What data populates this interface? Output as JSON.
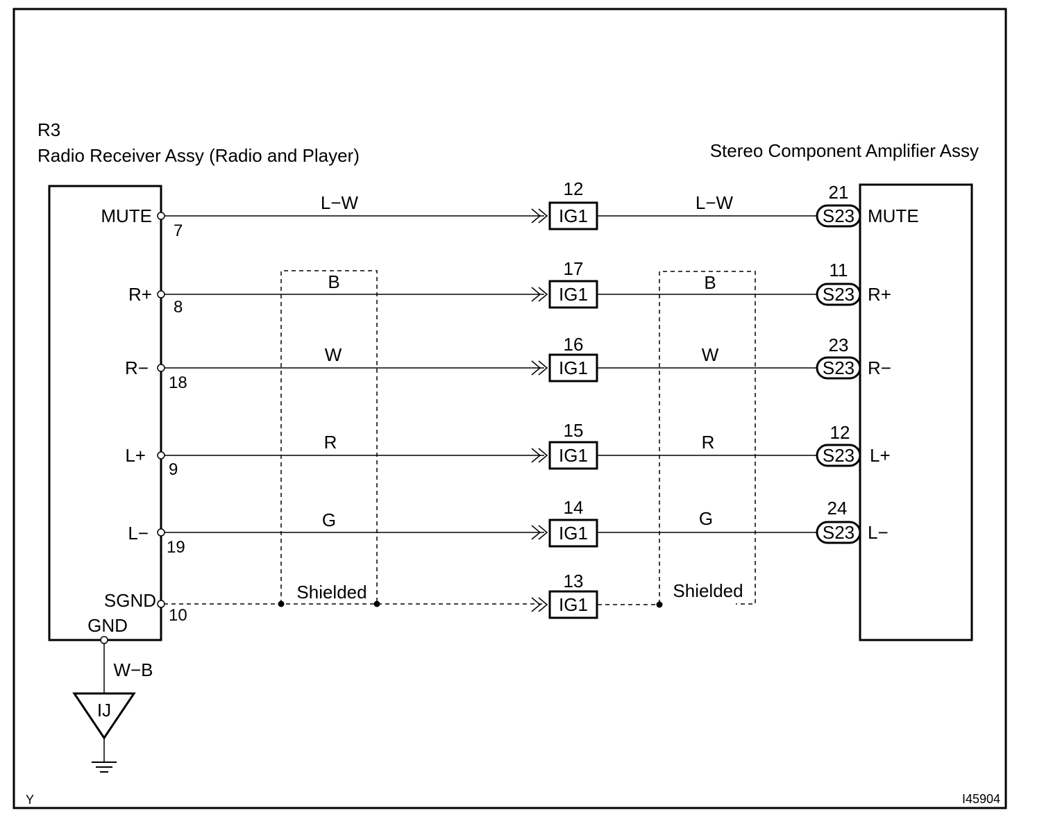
{
  "diagram": {
    "receiver": {
      "code": "R3",
      "name": "Radio Receiver Assy (Radio and Player)",
      "gnd_label": "GND"
    },
    "amplifier": {
      "name": "Stereo Component Amplifier Assy"
    },
    "wires": [
      {
        "id": "mute",
        "left_terminal": "MUTE",
        "left_pin": "7",
        "color": "L−W",
        "junction_pin": "12",
        "junction": "IG1",
        "amp_pin": "21",
        "amp_connector": "S23",
        "right_terminal": "MUTE",
        "shielded": false
      },
      {
        "id": "rplus",
        "left_terminal": "R+",
        "left_pin": "8",
        "color": "B",
        "junction_pin": "17",
        "junction": "IG1",
        "amp_pin": "11",
        "amp_connector": "S23",
        "right_terminal": "R+",
        "shielded": true
      },
      {
        "id": "rminus",
        "left_terminal": "R−",
        "left_pin": "18",
        "color": "W",
        "junction_pin": "16",
        "junction": "IG1",
        "amp_pin": "23",
        "amp_connector": "S23",
        "right_terminal": "R−",
        "shielded": true
      },
      {
        "id": "lplus",
        "left_terminal": "L+",
        "left_pin": "9",
        "color": "R",
        "junction_pin": "15",
        "junction": "IG1",
        "amp_pin": "12",
        "amp_connector": "S23",
        "right_terminal": "L+",
        "shielded": true
      },
      {
        "id": "lminus",
        "left_terminal": "L−",
        "left_pin": "19",
        "color": "G",
        "junction_pin": "14",
        "junction": "IG1",
        "amp_pin": "24",
        "amp_connector": "S23",
        "right_terminal": "L−",
        "shielded": true
      }
    ],
    "sgnd": {
      "left_terminal": "SGND",
      "left_pin": "10",
      "junction_pin": "13",
      "junction": "IG1",
      "shield_label_left": "Shielded",
      "shield_label_right": "Shielded"
    },
    "ground": {
      "wire_color": "W−B",
      "ground_point": "IJ"
    },
    "corner_left": "Y",
    "figure_id": "I45904"
  }
}
